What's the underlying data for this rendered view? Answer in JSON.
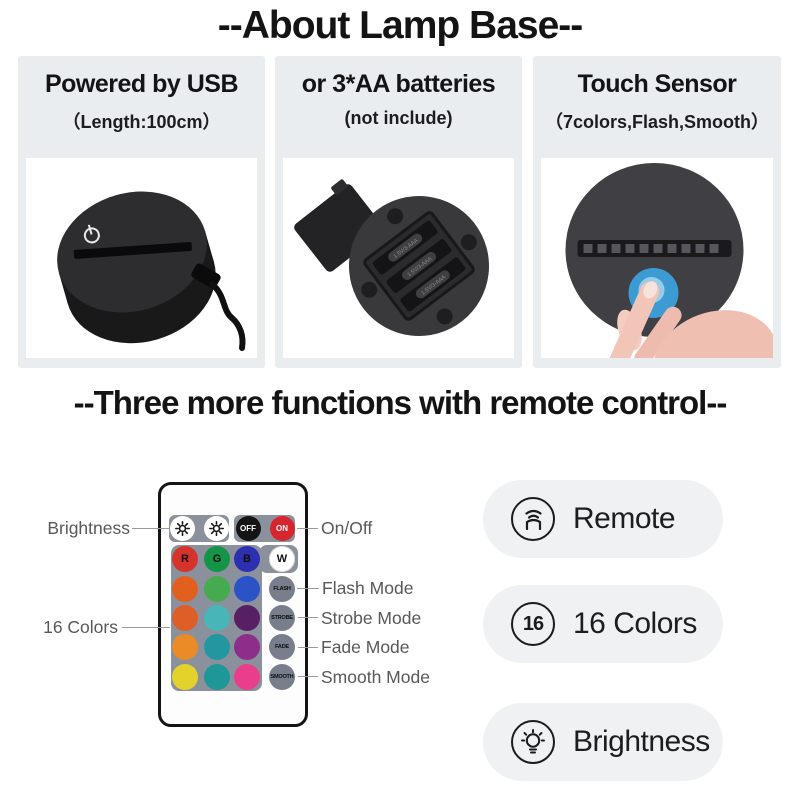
{
  "header": {
    "title": "--About Lamp Base--"
  },
  "features": [
    {
      "title": "Powered by USB",
      "subtitle": "（Length:100cm）",
      "image": "usb-lamp-base-photo"
    },
    {
      "title": "or 3*AA batteries",
      "subtitle": "(not include)",
      "image": "battery-compartment-photo"
    },
    {
      "title": "Touch Sensor",
      "subtitle": "（7colors,Flash,Smooth）",
      "image": "touch-sensor-photo"
    }
  ],
  "section2": {
    "title": "--Three more functions with remote control--"
  },
  "remote": {
    "callouts": {
      "brightness": "Brightness",
      "on_off": "On/Off",
      "flash": "Flash Mode",
      "colors16": "16 Colors",
      "strobe": "Strobe Mode",
      "fade": "Fade Mode",
      "smooth": "Smooth Mode"
    },
    "power_buttons": {
      "off": "OFF",
      "on": "ON",
      "off_color": "#141414",
      "on_color": "#d6252d"
    },
    "rgbw_row": [
      {
        "label": "R",
        "color": "#d6332d"
      },
      {
        "label": "G",
        "color": "#149447"
      },
      {
        "label": "B",
        "color": "#2b2fb0"
      },
      {
        "label": "W",
        "color": "#ffffff"
      }
    ],
    "color_rows": [
      [
        "#e2601f",
        "#45aa50",
        "#2b52c6"
      ],
      [
        "#de5e27",
        "#48b5b8",
        "#582064"
      ],
      [
        "#ea8b27",
        "#2496a0",
        "#8c2e8a"
      ],
      [
        "#e4d22c",
        "#1f9697",
        "#e83e8c"
      ]
    ],
    "mode_buttons": [
      "FLASH",
      "STROBE",
      "FADE",
      "SMOOTH"
    ],
    "pad_color": "#8b919c",
    "mode_button_color": "#787e8b",
    "touch_highlight_color": "#3d9bd4"
  },
  "badges": [
    {
      "icon": "remote-icon",
      "label": "Remote"
    },
    {
      "icon": "16-circle-icon",
      "label": "16 Colors",
      "icon_text": "16"
    },
    {
      "icon": "brightness-icon",
      "label": "Brightness"
    }
  ]
}
